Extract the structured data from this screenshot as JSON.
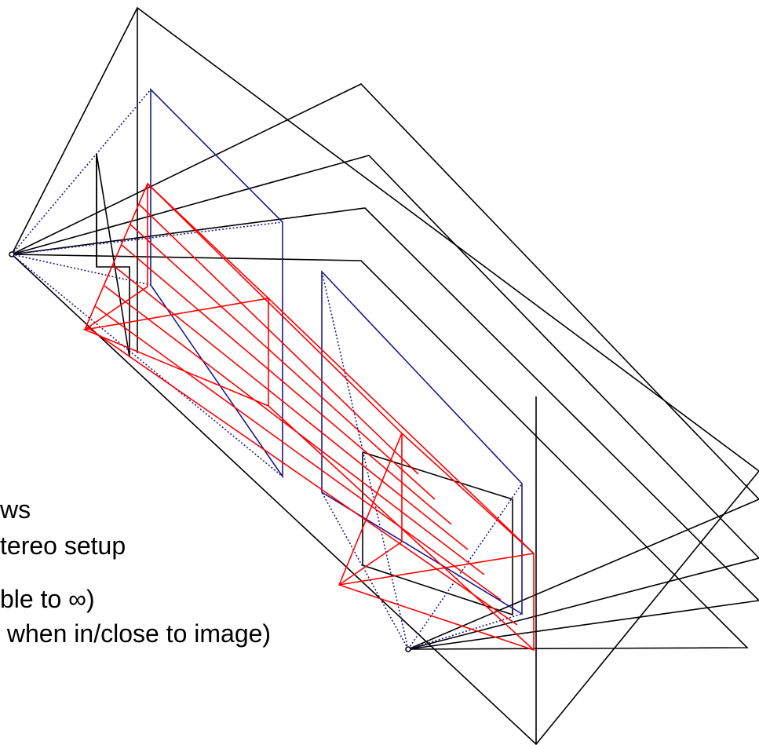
{
  "text_lines": [
    "ws",
    "tereo setup",
    "ble to ∞)",
    " when in/close to image)"
  ],
  "colors": {
    "planes": "#000000",
    "image_plane": "#1a1a8c",
    "epipolar_lines": "#ff0000"
  }
}
